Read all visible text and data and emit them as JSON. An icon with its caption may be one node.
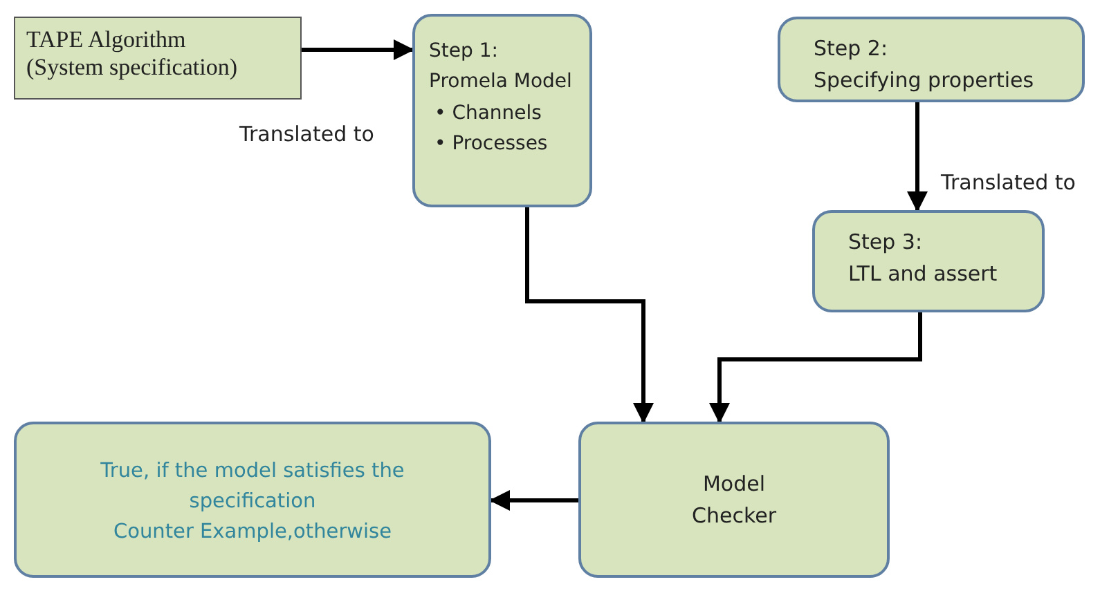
{
  "diagram": {
    "nodes": [
      {
        "text": [
          "TAPE Algorithm (System specification)"
        ]
      },
      {
        "text": [
          "Step 1:",
          "Promela Model",
          "• Channels",
          "• Processes"
        ]
      },
      {
        "text": [
          "Step 2:",
          "Specifying properties"
        ]
      },
      {
        "text": [
          "Step 3:",
          "LTL and assert"
        ]
      },
      {
        "text": [
          "Model Checker"
        ]
      },
      {
        "text": [
          "True, if the model satisfies the specification",
          "Counter Example,otherwise"
        ]
      }
    ],
    "edges": [
      {
        "from": 0,
        "to": 1,
        "arrow": "to",
        "label": "Translated to"
      },
      {
        "from": 2,
        "to": 3,
        "arrow": "to",
        "label": "Translated to"
      },
      {
        "from": 1,
        "to": 4,
        "arrow": "to"
      },
      {
        "from": 3,
        "to": 4,
        "arrow": "to"
      },
      {
        "from": 4,
        "to": 5,
        "arrow": "to"
      }
    ]
  }
}
